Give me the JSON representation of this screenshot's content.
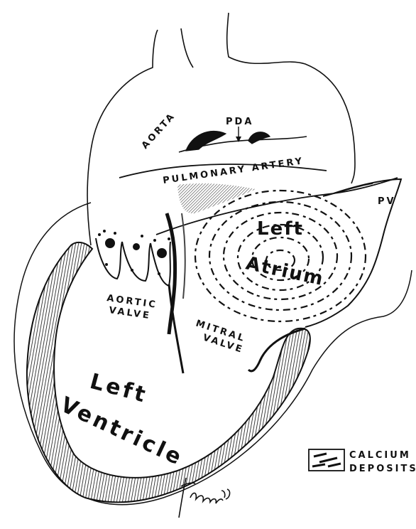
{
  "labels": {
    "aorta": "AORTA",
    "pda": "PDA",
    "pulmonary_artery": "PULMONARY ARTERY",
    "pv": "PV",
    "left_atrium_line1": "Left",
    "left_atrium_line2": "Atrium",
    "aortic_valve_line1": "AORTIC",
    "aortic_valve_line2": "VALVE",
    "mitral_valve_line1": "MITRAL",
    "mitral_valve_line2": "VALVE",
    "left_ventricle_line1": "Left",
    "left_ventricle_line2": "Ventricle"
  },
  "legend": {
    "line1": "CALCIUM",
    "line2": "DEPOSITS"
  },
  "signature": "Finck '65"
}
